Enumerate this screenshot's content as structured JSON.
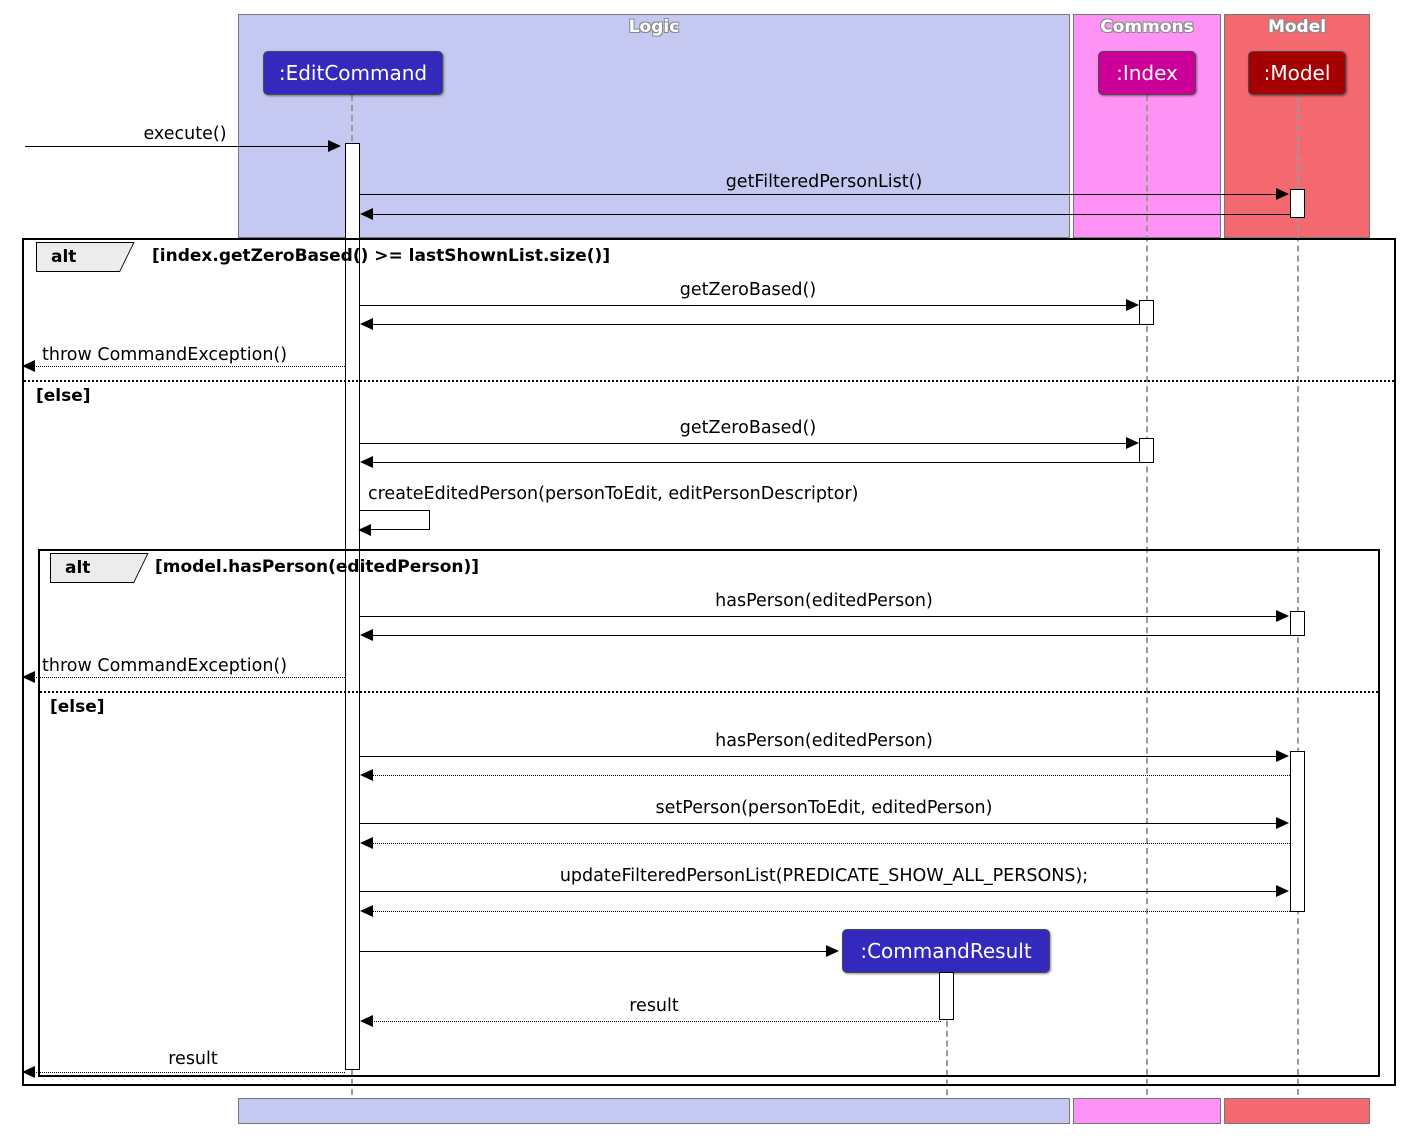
{
  "diagram": {
    "type": "uml-sequence-diagram",
    "title": "EditCommand execute sequence"
  },
  "regions": [
    {
      "name": "Logic",
      "label": "Logic",
      "color": "#c5c8f0"
    },
    {
      "name": "Commons",
      "label": "Commons",
      "color": "#ff93f5"
    },
    {
      "name": "Model",
      "label": "Model",
      "color": "#f4696f"
    }
  ],
  "participants": [
    {
      "id": "editcommand",
      "label": ":EditCommand",
      "color": "#3329bd",
      "region": "Logic"
    },
    {
      "id": "commandresult",
      "label": ":CommandResult",
      "color": "#3329bd",
      "region": "Logic"
    },
    {
      "id": "index",
      "label": ":Index",
      "color": "#cc0099",
      "region": "Commons"
    },
    {
      "id": "model",
      "label": ":Model",
      "color": "#a50003",
      "region": "Model"
    }
  ],
  "messages": [
    {
      "id": "m1",
      "label": "execute()",
      "from": "actor",
      "to": "editcommand",
      "style": "solid",
      "dir": "right"
    },
    {
      "id": "m2",
      "label": "getFilteredPersonList()",
      "from": "editcommand",
      "to": "model",
      "style": "solid",
      "dir": "right"
    },
    {
      "id": "m3",
      "label": "",
      "from": "model",
      "to": "editcommand",
      "style": "solid",
      "dir": "left"
    },
    {
      "id": "m4",
      "label": "getZeroBased()",
      "from": "editcommand",
      "to": "index",
      "style": "solid",
      "dir": "right"
    },
    {
      "id": "m5",
      "label": "",
      "from": "index",
      "to": "editcommand",
      "style": "solid",
      "dir": "left"
    },
    {
      "id": "m6",
      "label": "throw CommandException()",
      "from": "editcommand",
      "to": "actor",
      "style": "dashed",
      "dir": "left"
    },
    {
      "id": "m7",
      "label": "getZeroBased()",
      "from": "editcommand",
      "to": "index",
      "style": "solid",
      "dir": "right"
    },
    {
      "id": "m8",
      "label": "",
      "from": "index",
      "to": "editcommand",
      "style": "solid",
      "dir": "left"
    },
    {
      "id": "m9",
      "label": "createEditedPerson(personToEdit, editPersonDescriptor)",
      "from": "editcommand",
      "to": "editcommand",
      "style": "solid",
      "dir": "self"
    },
    {
      "id": "m10",
      "label": "hasPerson(editedPerson)",
      "from": "editcommand",
      "to": "model",
      "style": "solid",
      "dir": "right"
    },
    {
      "id": "m11",
      "label": "",
      "from": "model",
      "to": "editcommand",
      "style": "solid",
      "dir": "left"
    },
    {
      "id": "m12",
      "label": "throw CommandException()",
      "from": "editcommand",
      "to": "actor",
      "style": "dashed",
      "dir": "left"
    },
    {
      "id": "m13",
      "label": "hasPerson(editedPerson)",
      "from": "editcommand",
      "to": "model",
      "style": "solid",
      "dir": "right"
    },
    {
      "id": "m14",
      "label": "",
      "from": "model",
      "to": "editcommand",
      "style": "dashed",
      "dir": "left"
    },
    {
      "id": "m15",
      "label": "setPerson(personToEdit, editedPerson)",
      "from": "editcommand",
      "to": "model",
      "style": "solid",
      "dir": "right"
    },
    {
      "id": "m16",
      "label": "",
      "from": "model",
      "to": "editcommand",
      "style": "dashed",
      "dir": "left"
    },
    {
      "id": "m17",
      "label": "updateFilteredPersonList(PREDICATE_SHOW_ALL_PERSONS);",
      "from": "editcommand",
      "to": "model",
      "style": "solid",
      "dir": "right"
    },
    {
      "id": "m18",
      "label": "",
      "from": "model",
      "to": "editcommand",
      "style": "dashed",
      "dir": "left"
    },
    {
      "id": "m19",
      "label": "",
      "from": "editcommand",
      "to": "commandresult",
      "style": "solid",
      "dir": "right"
    },
    {
      "id": "m20",
      "label": "result",
      "from": "commandresult",
      "to": "editcommand",
      "style": "dashed",
      "dir": "left"
    },
    {
      "id": "m21",
      "label": "result",
      "from": "editcommand",
      "to": "actor",
      "style": "dashed",
      "dir": "left"
    }
  ],
  "fragments": [
    {
      "id": "alt1",
      "operator": "alt",
      "condition": "[index.getZeroBased() >= lastShownList.size()]",
      "else_label": "[else]"
    },
    {
      "id": "alt2",
      "operator": "alt",
      "condition": "[model.hasPerson(editedPerson)]",
      "else_label": "[else]"
    }
  ]
}
